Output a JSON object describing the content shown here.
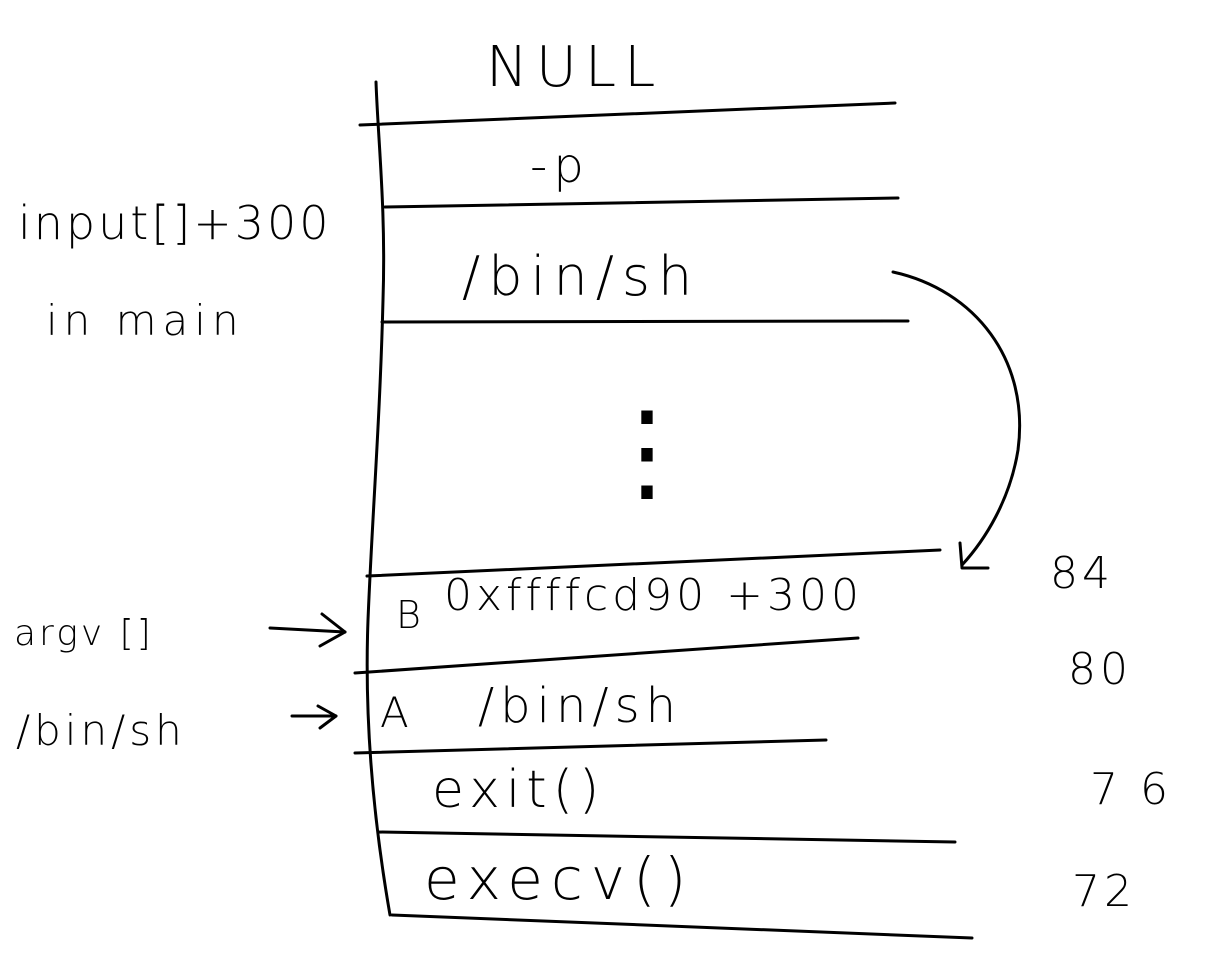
{
  "stack_cells": [
    {
      "text": "NULL"
    },
    {
      "text": "-p"
    },
    {
      "text": "/bin/sh"
    },
    {
      "text": "⋮"
    },
    {
      "tag": "B",
      "text": "0xffffcd90 +300",
      "offset": "84"
    },
    {
      "tag": "A",
      "text": "/bin/sh",
      "offset": "80"
    },
    {
      "text": "exit()",
      "offset": "76"
    },
    {
      "text": "execv()",
      "offset": "72"
    }
  ],
  "annotations": {
    "input_line1": "input[]+300",
    "input_line2": "in main",
    "argv": "argv []",
    "binsh": "/bin/sh"
  },
  "colors": {
    "ink": "#000000",
    "background": "#ffffff"
  }
}
